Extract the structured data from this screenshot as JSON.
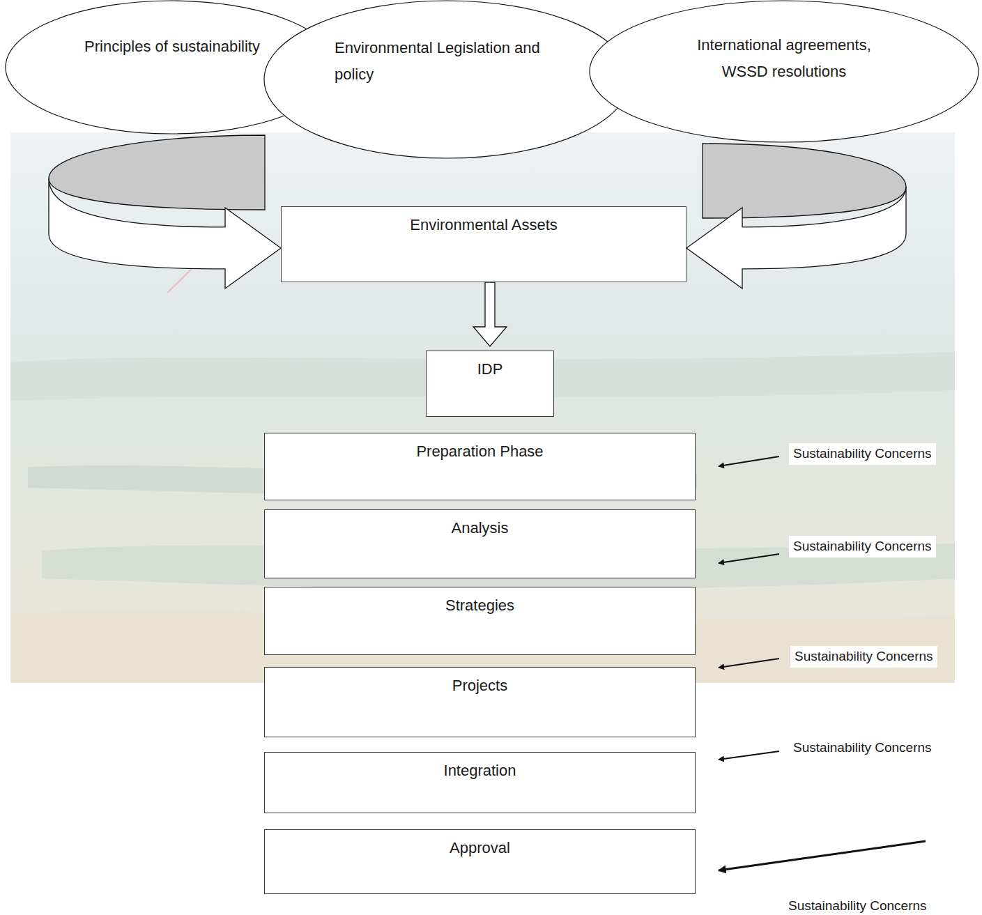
{
  "diagram": {
    "nodes": [
      {
        "text": [
          "Principles of sustainability"
        ]
      },
      {
        "text": [
          "Environmental Legislation and policy"
        ]
      },
      {
        "text": [
          "International agreements, WSSD resolutions"
        ]
      },
      {
        "text": [
          "Environmental Assets"
        ]
      },
      {
        "text": [
          "IDP"
        ]
      },
      {
        "text": [
          "Preparation Phase"
        ]
      },
      {
        "text": [
          "Analysis"
        ]
      },
      {
        "text": [
          "Strategies"
        ]
      },
      {
        "text": [
          "Projects"
        ]
      },
      {
        "text": [
          "Integration"
        ]
      },
      {
        "text": [
          "Approval"
        ]
      }
    ],
    "edges": [
      {
        "from": 0,
        "to": 3,
        "arrow": "to"
      },
      {
        "from": 2,
        "to": 3,
        "arrow": "to"
      },
      {
        "from": 3,
        "to": 4,
        "arrow": "to"
      }
    ],
    "labels": [
      "Sustainability Concerns",
      "Sustainability Concerns",
      "Sustainability Concerns",
      "Sustainability Concerns",
      "Sustainability Concerns"
    ]
  }
}
